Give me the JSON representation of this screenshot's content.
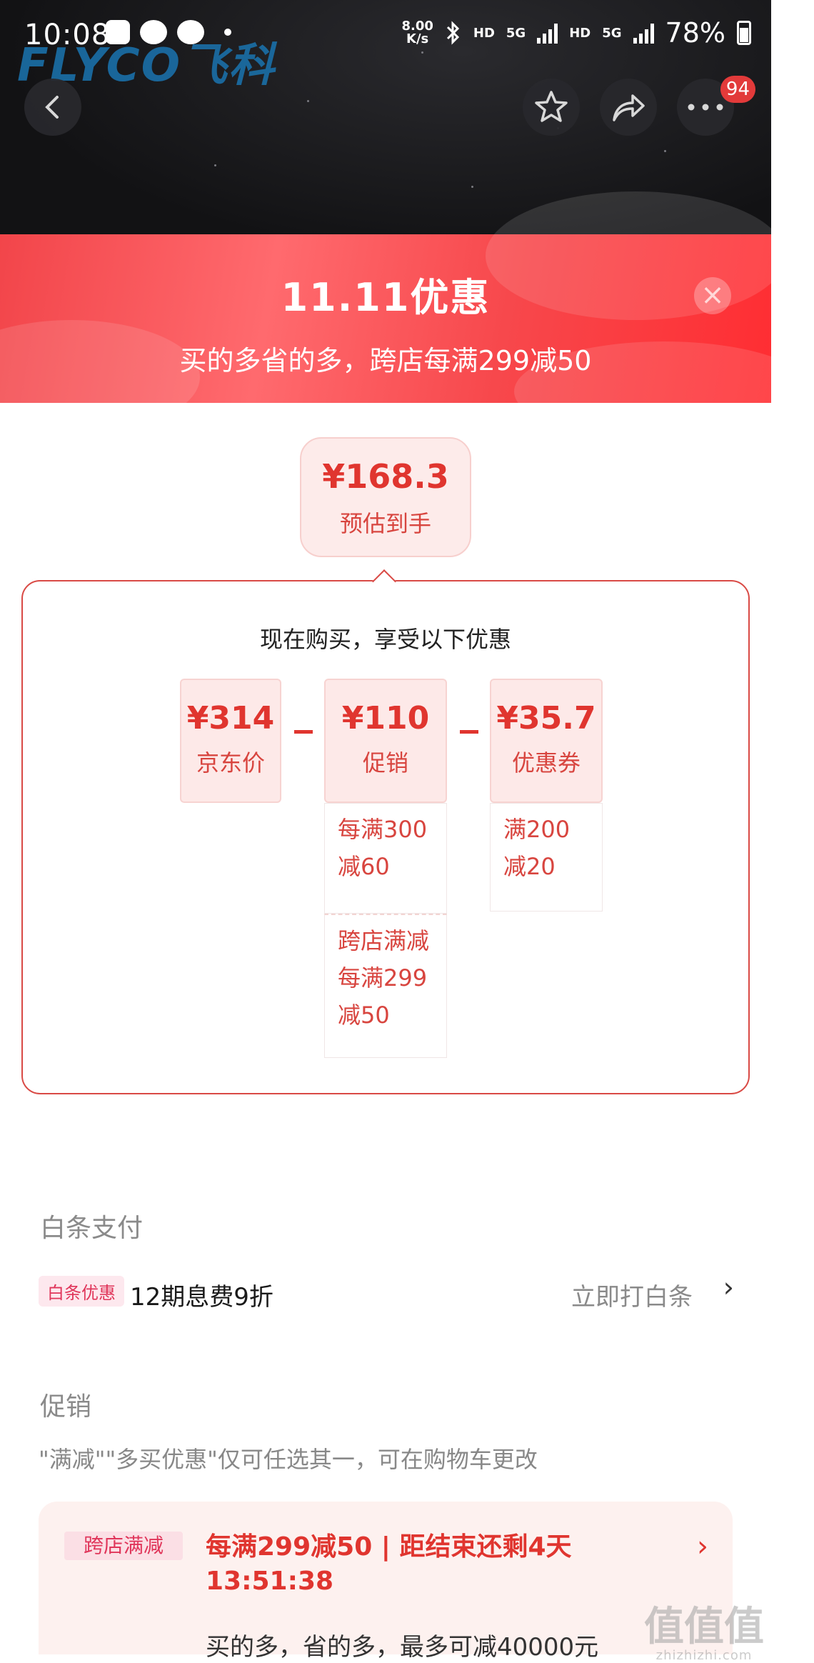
{
  "status_bar": {
    "time": "10:08",
    "net_speed_value": "8.00",
    "net_speed_unit": "K/s",
    "hd1": "HD",
    "sig1": "5G",
    "hd2": "HD",
    "sig2": "5G",
    "battery": "78%"
  },
  "brand": {
    "logo_text": "FLYCO飞科"
  },
  "header": {
    "cart_badge": "94"
  },
  "banner": {
    "title": "11.11优惠",
    "subtitle": "买的多省的多，跨店每满299减50"
  },
  "estimate": {
    "amount": "¥168.3",
    "label": "预估到手"
  },
  "breakdown": {
    "heading": "现在购买，享受以下优惠",
    "jd_price": {
      "amount": "¥314",
      "label": "京东价"
    },
    "promotion": {
      "amount": "¥110",
      "label": "促销"
    },
    "coupon": {
      "amount": "¥35.7",
      "label": "优惠券"
    },
    "promotion_items": [
      {
        "line1": "每满300",
        "line2": "减60"
      },
      {
        "line1": "跨店满减",
        "line2": "每满299",
        "line3": "减50"
      }
    ],
    "coupon_items": [
      {
        "line1": "满200",
        "line2": "减20"
      }
    ]
  },
  "baitiao": {
    "section_title": "白条支付",
    "tag": "白条优惠",
    "desc": "12期息费9折",
    "link": "立即打白条"
  },
  "promo": {
    "section_title": "促销",
    "note": "\"满减\"\"多买优惠\"仅可任选其一，可在购物车更改",
    "tag": "跨店满减",
    "title_line1": "每满299减50 | 距结束还剩4天",
    "title_line2": "13:51:38",
    "desc": "买的多，省的多，最多可减40000元"
  },
  "watermark": {
    "glyphs": "值值值",
    "site": "zhizhizhi.com"
  },
  "colors": {
    "accent_red": "#e0352f",
    "banner_red": "#f2454a",
    "tag_pink": "#e0355a"
  }
}
